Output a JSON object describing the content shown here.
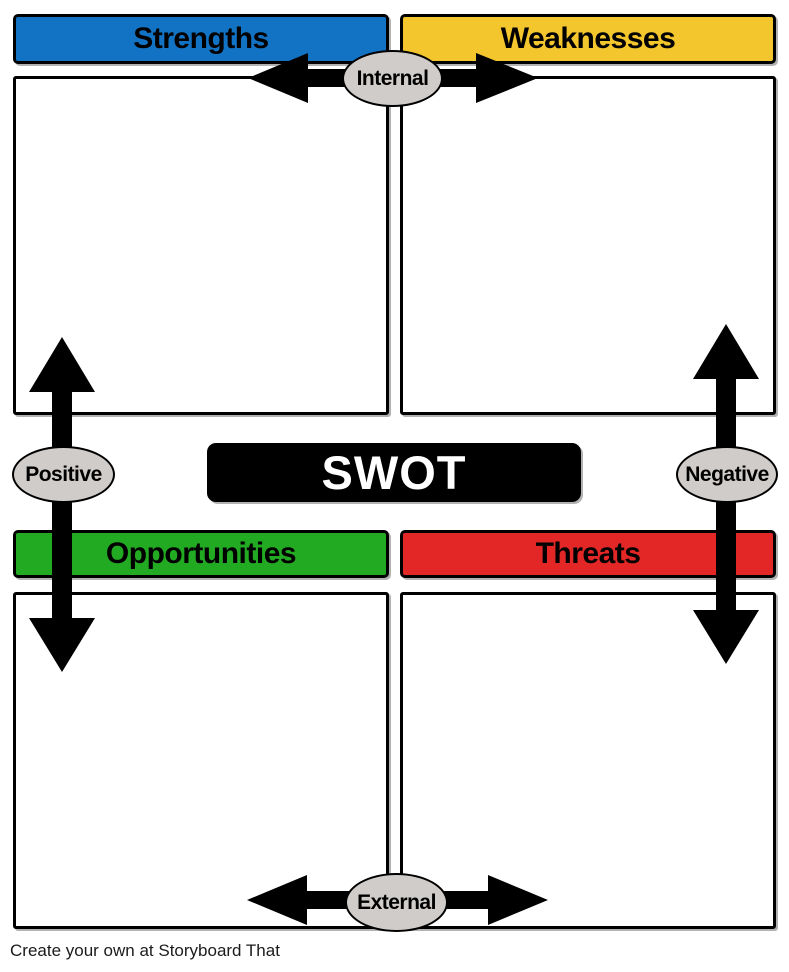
{
  "title": "SWOT",
  "quadrants": [
    {
      "id": "strengths",
      "label": "Strengths",
      "color": "#1273C4"
    },
    {
      "id": "weaknesses",
      "label": "Weaknesses",
      "color": "#F2C62C"
    },
    {
      "id": "opportunities",
      "label": "Opportunities",
      "color": "#22AB22"
    },
    {
      "id": "threats",
      "label": "Threats",
      "color": "#E32726"
    }
  ],
  "axis_labels": {
    "internal": "Internal",
    "external": "External",
    "positive": "Positive",
    "negative": "Negative"
  },
  "colors": {
    "banner": "#000000",
    "oval": "#D0CCC9",
    "arrow": "#000000",
    "border": "#000000"
  },
  "footer": {
    "text": "Create your own at Storyboard That"
  }
}
